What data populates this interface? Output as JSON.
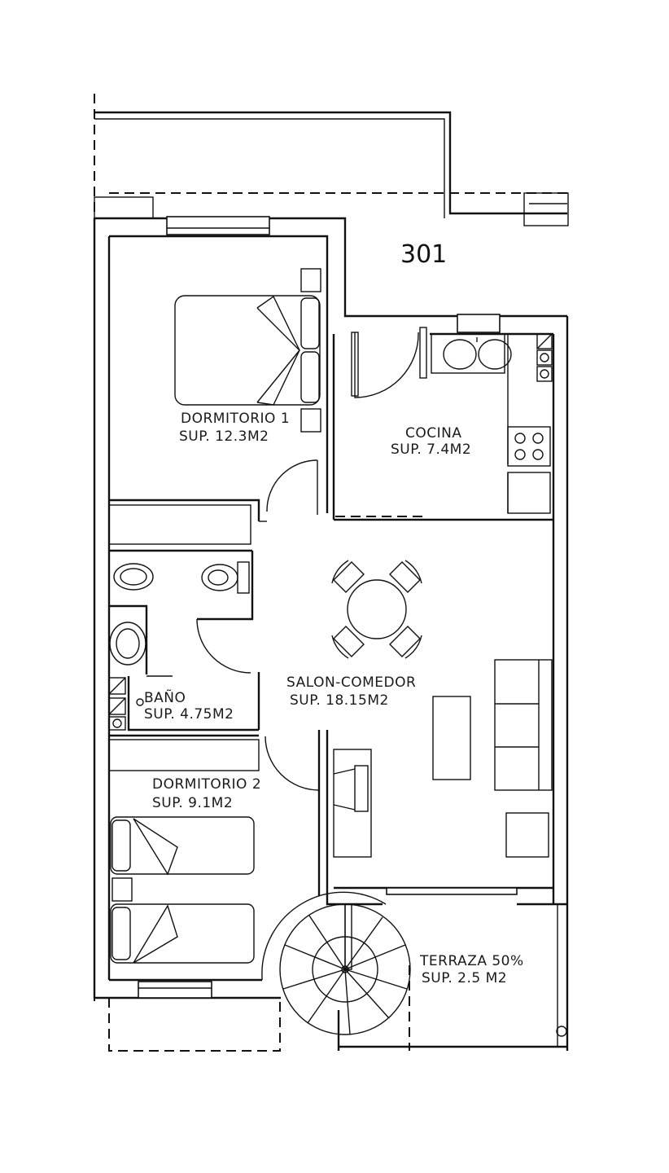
{
  "plan": {
    "unit_number": "301",
    "rooms": {
      "dormitorio1": {
        "name": "DORMITORIO 1",
        "area": "SUP. 12.3M2"
      },
      "cocina": {
        "name": "COCINA",
        "area": "SUP. 7.4M2"
      },
      "salon": {
        "name": "SALON-COMEDOR",
        "area": "SUP. 18.15M2"
      },
      "bano": {
        "name": "BAÑO",
        "area": "SUP. 4.75M2"
      },
      "dormitorio2": {
        "name": "DORMITORIO 2",
        "area": "SUP. 9.1M2"
      },
      "terraza": {
        "name": "TERRAZA 50%",
        "area": "SUP. 2.5 M2"
      }
    }
  }
}
